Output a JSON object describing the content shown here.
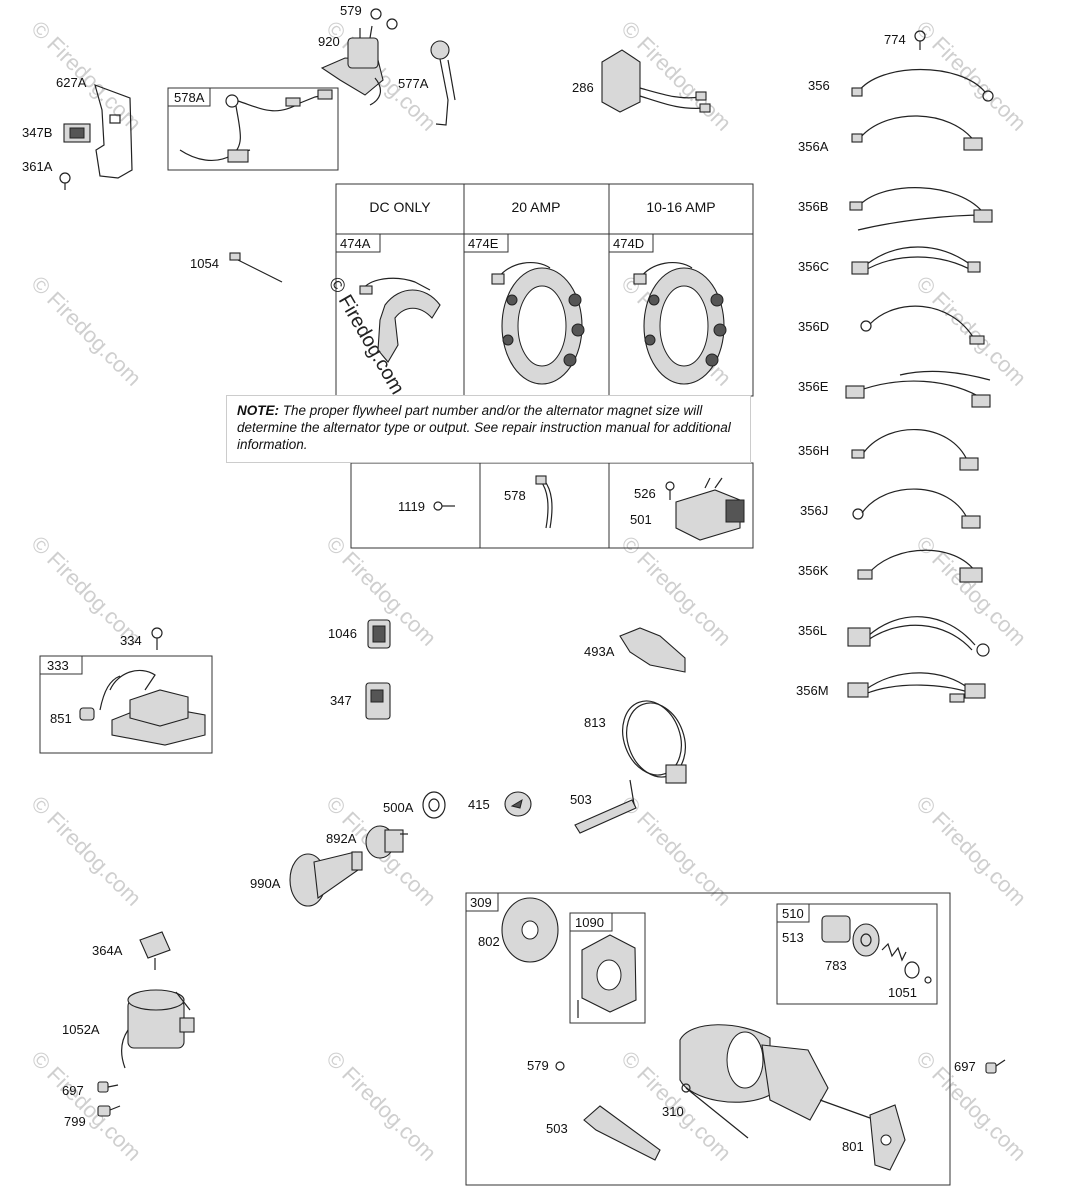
{
  "watermark": {
    "text": "© Firedog.com",
    "color": "#cfcfcf"
  },
  "alternator_table": {
    "headers": [
      "DC ONLY",
      "20 AMP",
      "10-16 AMP"
    ],
    "cells": [
      "474A",
      "474E",
      "474D"
    ]
  },
  "note": {
    "label": "NOTE:",
    "text": "The proper flywheel part number and/or the alternator magnet size will determine the alternator type or output. See repair instruction manual for additional information."
  },
  "boxes": {
    "b578A": "578A",
    "b333": "333",
    "b309": "309",
    "b1090": "1090",
    "b510": "510"
  },
  "labels": {
    "p579_top": "579",
    "p920": "920",
    "p577A": "577A",
    "p627A": "627A",
    "p347B": "347B",
    "p361A": "361A",
    "p286": "286",
    "p774": "774",
    "p356": "356",
    "p356A": "356A",
    "p356B": "356B",
    "p356C": "356C",
    "p356D": "356D",
    "p356E": "356E",
    "p356H": "356H",
    "p356J": "356J",
    "p356K": "356K",
    "p356L": "356L",
    "p356M": "356M",
    "p1054": "1054",
    "p1119": "1119",
    "p578": "578",
    "p526": "526",
    "p501": "501",
    "p334": "334",
    "p851": "851",
    "p1046": "1046",
    "p347": "347",
    "p493A": "493A",
    "p813": "813",
    "p500A": "500A",
    "p415": "415",
    "p503_mid": "503",
    "p892A": "892A",
    "p990A": "990A",
    "p364A": "364A",
    "p1052A": "1052A",
    "p697_left": "697",
    "p799": "799",
    "p802": "802",
    "p513": "513",
    "p783": "783",
    "p1051": "1051",
    "p579_bot": "579",
    "p310": "310",
    "p503_bot": "503",
    "p801": "801",
    "p697_right": "697"
  }
}
